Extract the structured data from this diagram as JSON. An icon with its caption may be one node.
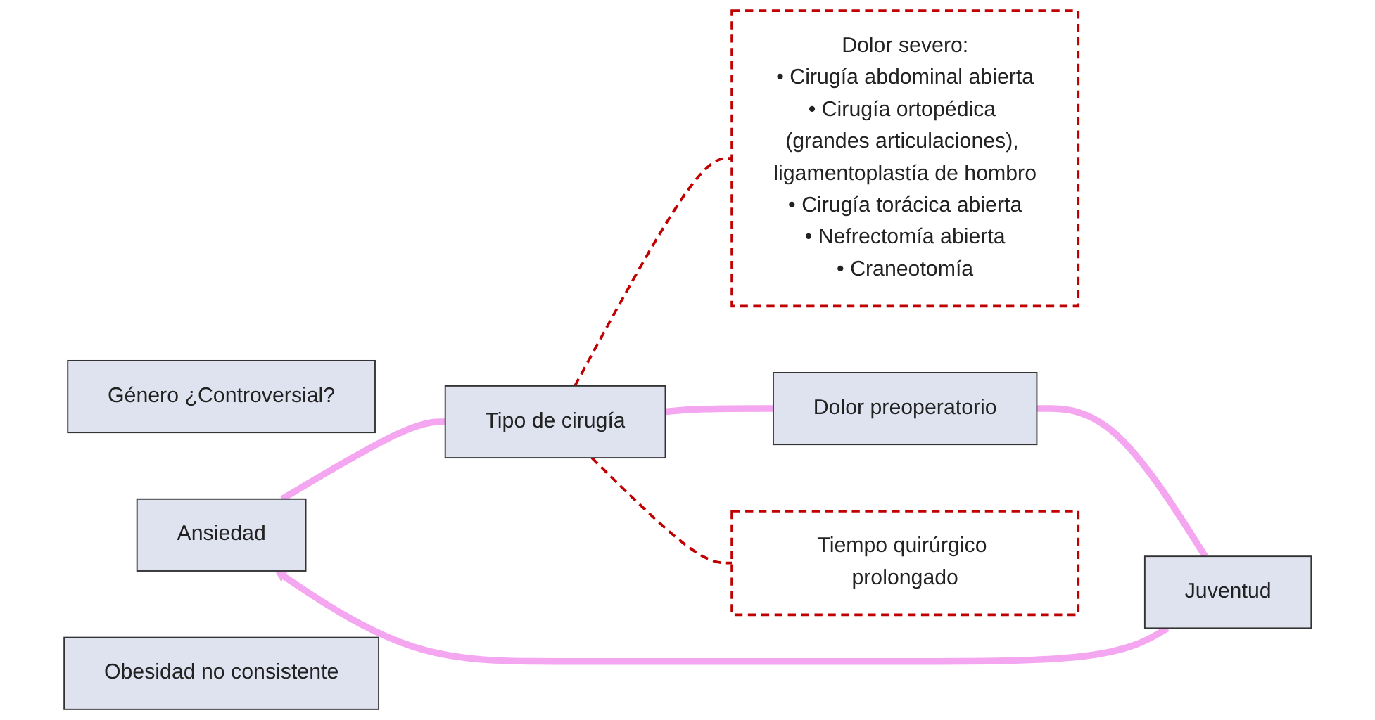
{
  "diagram": {
    "nodes": [
      {
        "text": [
          "Género ¿Controversial?"
        ]
      },
      {
        "text": [
          "Ansiedad"
        ]
      },
      {
        "text": [
          "Juventud"
        ]
      },
      {
        "text": [
          "Tipo de cirugía"
        ]
      },
      {
        "text": [
          "Dolor severo:",
          "• Cirugía abdominal abierta",
          "• Cirugía ortopédica (grandes articulaciones), ligamentoplastía de hombro",
          "• Cirugía torácica abierta",
          "• Nefrectomía abierta",
          "• Craneotomía"
        ]
      },
      {
        "text": [
          "Obesidad no consistente"
        ]
      },
      {
        "text": [
          "Dolor preoperatorio"
        ]
      },
      {
        "text": [
          "Tiempo quirúrgico prolongado"
        ]
      }
    ],
    "edges": [
      {
        "from": 1,
        "to": 3,
        "arrow": "none"
      },
      {
        "from": 3,
        "to": 6,
        "arrow": "none"
      },
      {
        "from": 6,
        "to": 2,
        "arrow": "none"
      },
      {
        "from": 2,
        "to": 1,
        "arrow": "to"
      },
      {
        "from": 3,
        "to": 4,
        "arrow": "none",
        "style": "dashed",
        "color": "#c00000"
      },
      {
        "from": 3,
        "to": 7,
        "arrow": "none",
        "style": "dashed",
        "color": "#c00000"
      }
    ]
  }
}
